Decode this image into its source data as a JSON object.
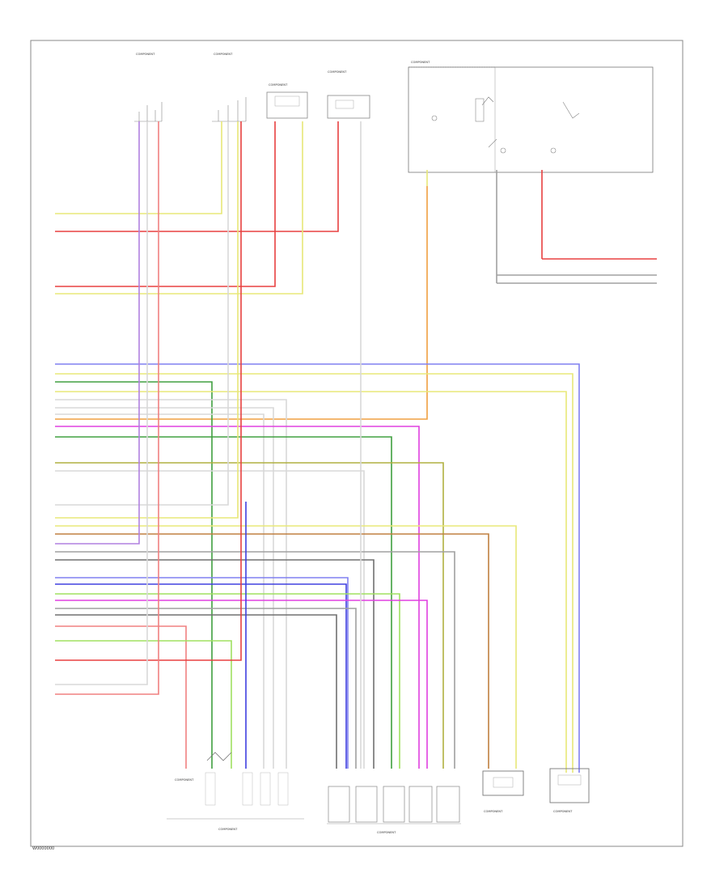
{
  "footer_code": "W0000000",
  "top_components": [
    {
      "id": "cmp-1",
      "name": "COMPONENT"
    },
    {
      "id": "cmp-2",
      "name": "COMPONENT"
    },
    {
      "id": "cmp-3",
      "name": "COMPONENT"
    },
    {
      "id": "cmp-4",
      "name": "COMPONENT"
    },
    {
      "id": "cmp-5",
      "name": "COMPONENT"
    }
  ],
  "bottom_groups": [
    {
      "id": "grp-1",
      "label": "COMPONENT"
    },
    {
      "id": "grp-2",
      "label": "COMPONENT"
    }
  ],
  "bottom_modules": [
    {
      "id": "mod-1",
      "label": "COMPONENT"
    },
    {
      "id": "mod-2",
      "label": "COMPONENT"
    },
    {
      "id": "mod-3",
      "label": "COMPONENT"
    }
  ],
  "wire_colors": {
    "yellow": "#e8e878",
    "red": "#e84040",
    "pink": "#f08080",
    "orange": "#f0a040",
    "green": "#40a040",
    "lightgreen": "#a0e060",
    "blue": "#4040e0",
    "lightblue": "#8080f0",
    "magenta": "#e040e0",
    "violet": "#b080e0",
    "gray": "#a0a0a0",
    "darkgray": "#707070",
    "olive": "#b0b040",
    "brown": "#c08040",
    "white": "#d8d8d8"
  }
}
